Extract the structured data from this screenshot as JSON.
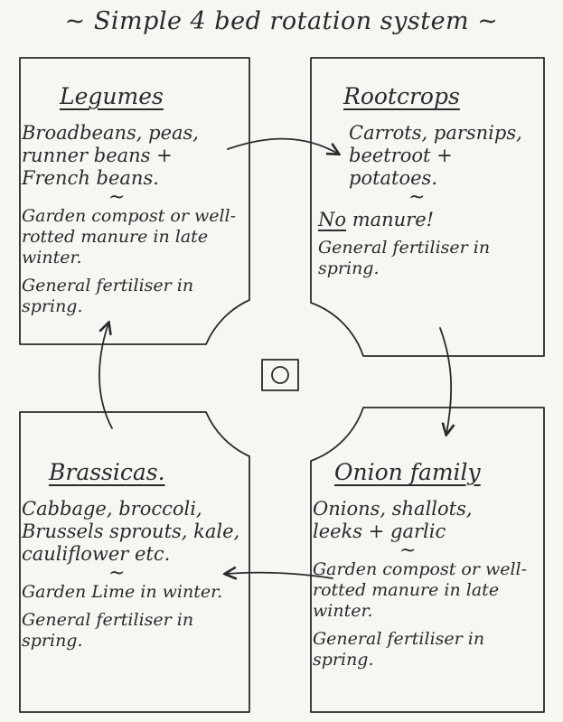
{
  "title": "~ Simple 4 bed rotation system ~",
  "beds": {
    "legumes": {
      "heading": "Legumes",
      "crops": [
        "Broadbeans, peas,",
        "runner beans +",
        "French beans."
      ],
      "tilde": "~",
      "feed": [
        "Garden compost or well-rotted manure in late winter.",
        "General fertiliser in spring."
      ]
    },
    "rootcrops": {
      "heading": "Rootcrops",
      "crops": [
        "Carrots, parsnips,",
        "beetroot + potatoes."
      ],
      "tilde": "~",
      "no_manure_word": "No",
      "no_manure_rest": " manure!",
      "feed": [
        "General fertiliser in spring."
      ]
    },
    "brassicas": {
      "heading": "Brassicas.",
      "crops": [
        "Cabbage, broccoli,",
        "Brussels sprouts, kale,",
        "cauliflower etc."
      ],
      "tilde": "~",
      "feed": [
        "Garden Lime in winter.",
        "General fertiliser in spring."
      ]
    },
    "onion": {
      "heading": "Onion family",
      "crops": [
        "Onions, shallots,",
        "leeks + garlic"
      ],
      "tilde": "~",
      "feed": [
        "Garden compost or well-rotted manure in late winter.",
        "General fertiliser in spring."
      ]
    }
  }
}
